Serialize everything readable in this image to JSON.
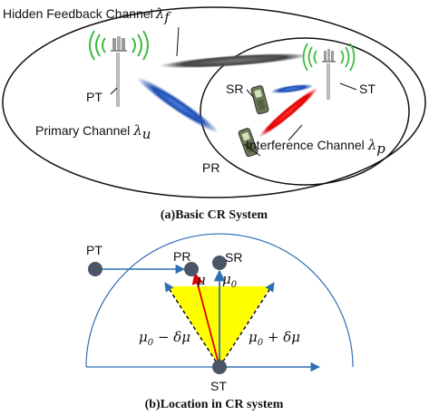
{
  "panel_a": {
    "labels": {
      "hidden_channel": "Hidden Feedback Channel",
      "hidden_sym": "λ",
      "hidden_sub": "f",
      "pt": "PT",
      "sr": "SR",
      "st": "ST",
      "pr": "PR",
      "primary_channel": "Primary Channel",
      "primary_sym": "λ",
      "primary_sub": "u",
      "interference_channel": "Interference Channel",
      "interference_sym": "λ",
      "interference_sub": "p"
    },
    "caption": "(a)Basic CR System",
    "colors": {
      "primary_channel": "#1f4fb0",
      "interference_channel": "#e00000",
      "hidden_channel": "#444444",
      "signal_waves": "#3dbb3d"
    }
  },
  "panel_b": {
    "labels": {
      "pt": "PT",
      "pr": "PR",
      "sr": "SR",
      "st": "ST",
      "mu": "μ",
      "mu0": "μ",
      "mu0_sub": "0",
      "left_angle": "μ",
      "left_sub": "0",
      "left_rest": " − δμ",
      "right_angle": "μ",
      "right_sub": "0",
      "right_rest": " + δμ"
    },
    "caption": "(b)Location in CR system",
    "colors": {
      "sector_fill": "#ffff00",
      "arrow_blue": "#2f6fb5",
      "arrow_red": "#e00000",
      "node": "#4a5566"
    }
  }
}
